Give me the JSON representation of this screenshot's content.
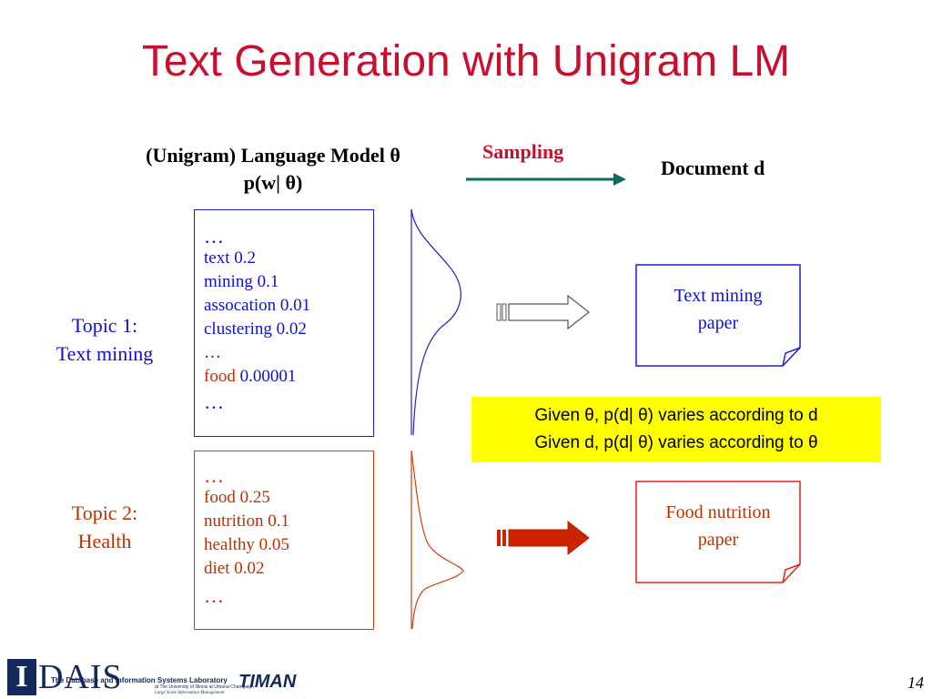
{
  "slide": {
    "title": "Text Generation with Unigram LM",
    "page_number": "14"
  },
  "model_header": {
    "line1": "(Unigram) Language Model  θ",
    "line2": "p(w| θ)"
  },
  "sampling_label": "Sampling",
  "document_label": "Document d",
  "topic1": {
    "label_line1": "Topic 1:",
    "label_line2": "Text mining",
    "words": {
      "dots_top": "…",
      "w1": "text  0.2",
      "w2": "mining 0.1",
      "w3": "assocation 0.01",
      "w4": "clustering 0.02",
      "dots_mid": "…",
      "w5_word": "food",
      "w5_prob": " 0.00001",
      "dots_bottom": "…"
    },
    "paper_line1": "Text mining",
    "paper_line2": "paper"
  },
  "topic2": {
    "label_line1": "Topic 2:",
    "label_line2": "Health",
    "words": {
      "dots_top": "…",
      "w1": "food 0.25",
      "w2": "nutrition 0.1",
      "w3": "healthy 0.05",
      "w4": "diet 0.02",
      "dots_bottom": "…"
    },
    "paper_line1": "Food nutrition",
    "paper_line2": "paper"
  },
  "note": {
    "line1": "Given θ, p(d| θ) varies according to d",
    "line2": "Given d, p(d| θ) varies according to θ"
  },
  "logo": {
    "letter": "I",
    "name": "DAIS",
    "lab": "The Database and Information Systems Laboratory",
    "lab_sub": "at The University of Illinois at Urbana-Champaign",
    "lab_tag": "Large Scale Information Management",
    "timan": "TIMAN"
  },
  "colors": {
    "title": "#c8102e",
    "topic1": "#1010d0",
    "topic2": "#c03000",
    "sampling_arrow": "#0e6b5e",
    "note_bg": "#ffff00"
  }
}
